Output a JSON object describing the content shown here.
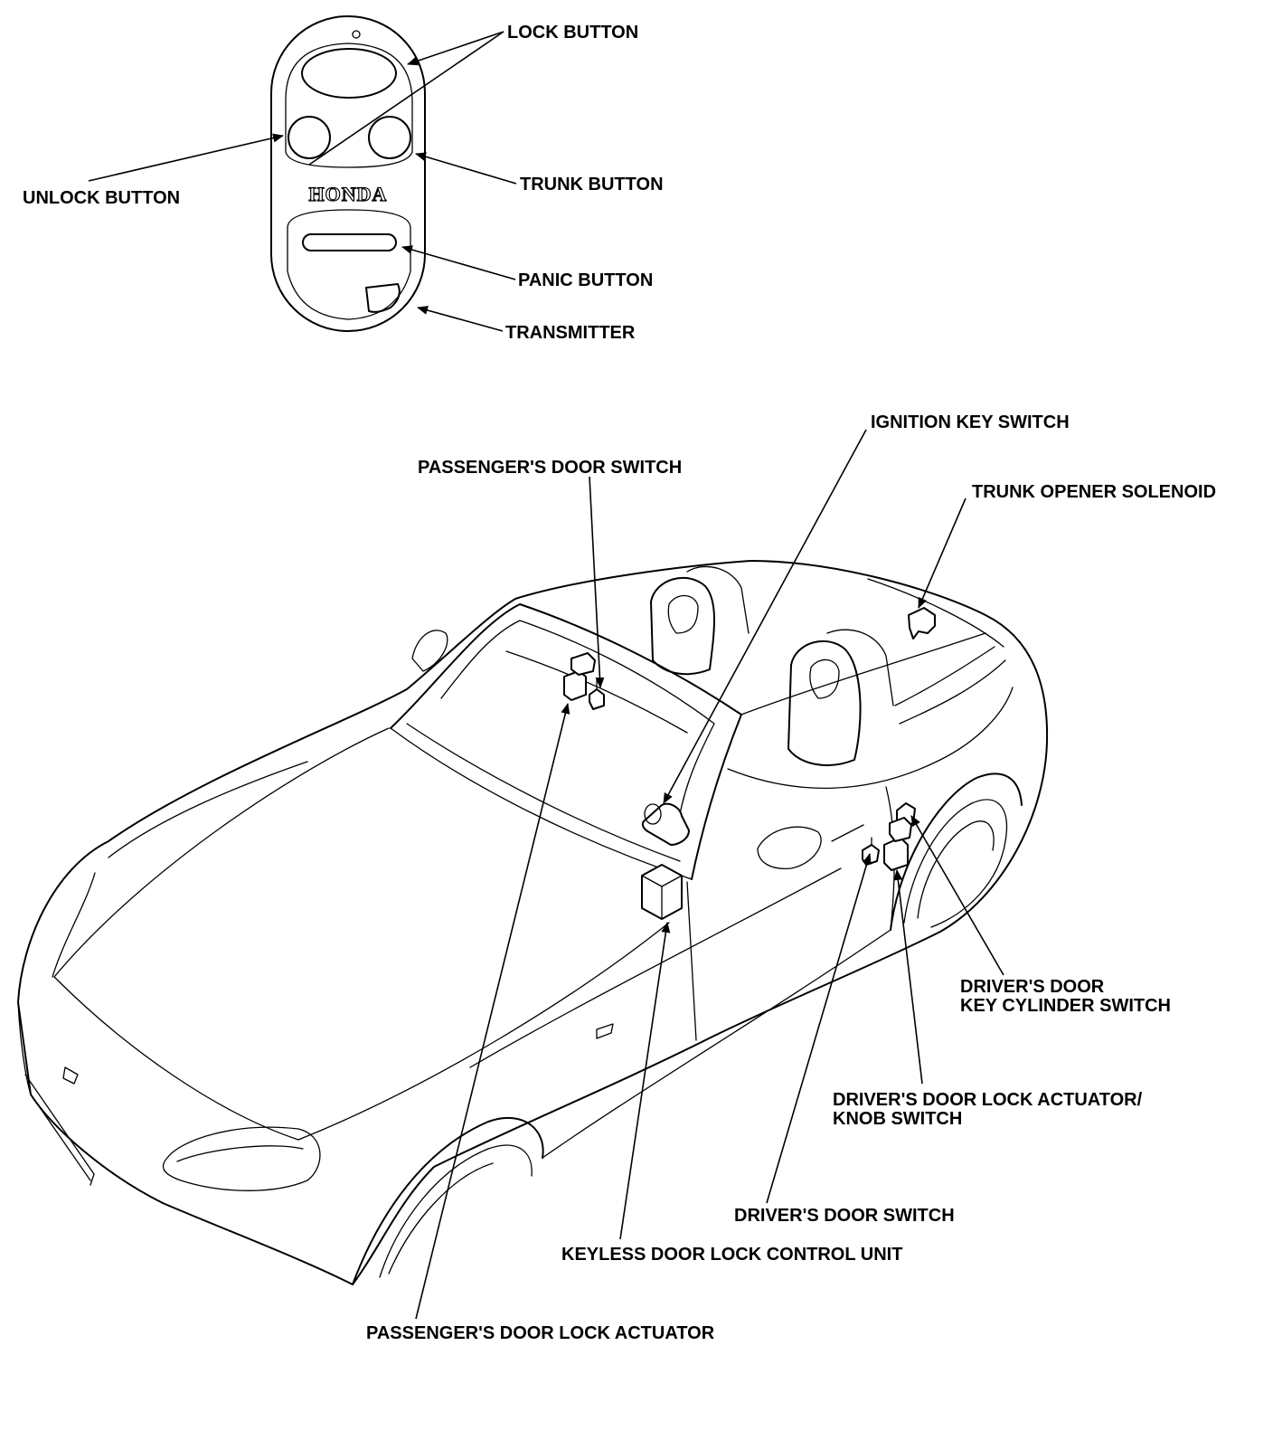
{
  "transmitter": {
    "brand": "HONDA",
    "labels": {
      "lock": "LOCK BUTTON",
      "unlock": "UNLOCK BUTTON",
      "trunk": "TRUNK BUTTON",
      "panic": "PANIC BUTTON",
      "transmitter": "TRANSMITTER"
    }
  },
  "car": {
    "labels": {
      "ignition_key_switch": "IGNITION KEY SWITCH",
      "passenger_door_switch": "PASSENGER'S DOOR SWITCH",
      "trunk_opener_solenoid": "TRUNK OPENER SOLENOID",
      "driver_key_cylinder_line1": "DRIVER'S DOOR",
      "driver_key_cylinder_line2": "KEY CYLINDER SWITCH",
      "driver_lock_actuator_line1": "DRIVER'S DOOR LOCK ACTUATOR/",
      "driver_lock_actuator_line2": "KNOB SWITCH",
      "driver_door_switch": "DRIVER'S DOOR SWITCH",
      "control_unit": "KEYLESS DOOR LOCK CONTROL UNIT",
      "passenger_lock_actuator": "PASSENGER'S DOOR LOCK ACTUATOR"
    }
  }
}
